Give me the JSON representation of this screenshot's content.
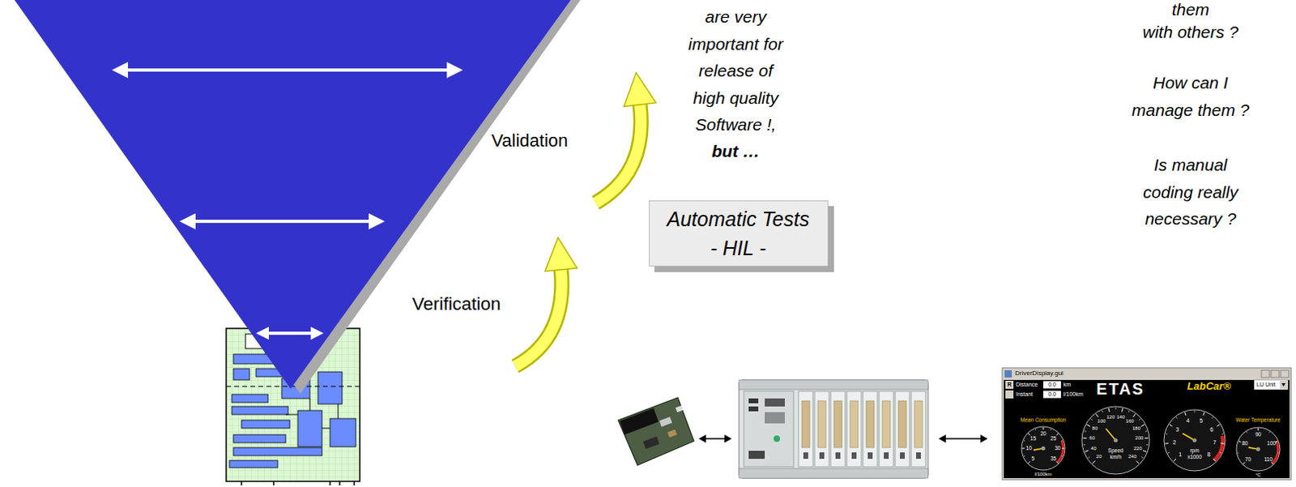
{
  "diagram": {
    "nodes": [
      {
        "text": [
          "Automatic Tests",
          "- HIL -"
        ]
      }
    ],
    "labels": [
      "Validation",
      "Verification",
      "are very important for release of high quality Software !,",
      "but …",
      "them",
      "with others ?",
      "How can I manage them ?",
      "Is manual coding really necessary ?",
      "DriverDisplay.gui",
      "R",
      "Distance",
      "0.0",
      "km",
      "Instant",
      "0.0",
      "l/100km",
      "ETAS",
      "LabCar®",
      "LU Unit",
      "Mean Consumption",
      "Water Temperature",
      "l/100km",
      "Speed",
      "km/h",
      "rpm",
      "x1000",
      "°C",
      "5",
      "10",
      "15",
      "20",
      "25",
      "30",
      "35",
      "20",
      "40",
      "60",
      "80",
      "100",
      "120",
      "140",
      "160",
      "180",
      "200",
      "220",
      "240",
      "1",
      "2",
      "3",
      "4",
      "5",
      "6",
      "7",
      "8",
      "70",
      "80",
      "90",
      "100",
      "110"
    ]
  }
}
